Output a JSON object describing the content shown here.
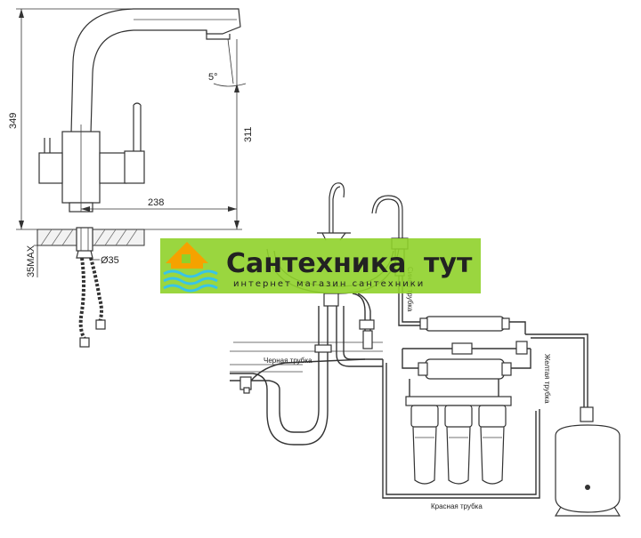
{
  "dimensions": {
    "height_349": "349",
    "height_311": "311",
    "reach_238": "238",
    "angle_5": "5°",
    "max_35": "35MAX",
    "diameter_35": "Ø35"
  },
  "tubes": {
    "black": "Черная трубка",
    "blue": "Синяя трубка",
    "yellow": "Желтая трубка",
    "red": "Красная трубка"
  },
  "watermark": {
    "title_part1": "Сантехника",
    "title_part2": "тут",
    "subtitle": "интернет магазин сантехники",
    "colors": {
      "background": "#8fd12a",
      "title_part1": "#38c4e8",
      "title_part2": "#f5a200",
      "subtitle": "#ffffff",
      "logo_house": "#f5a200",
      "logo_waves": "#38c4e8"
    }
  }
}
